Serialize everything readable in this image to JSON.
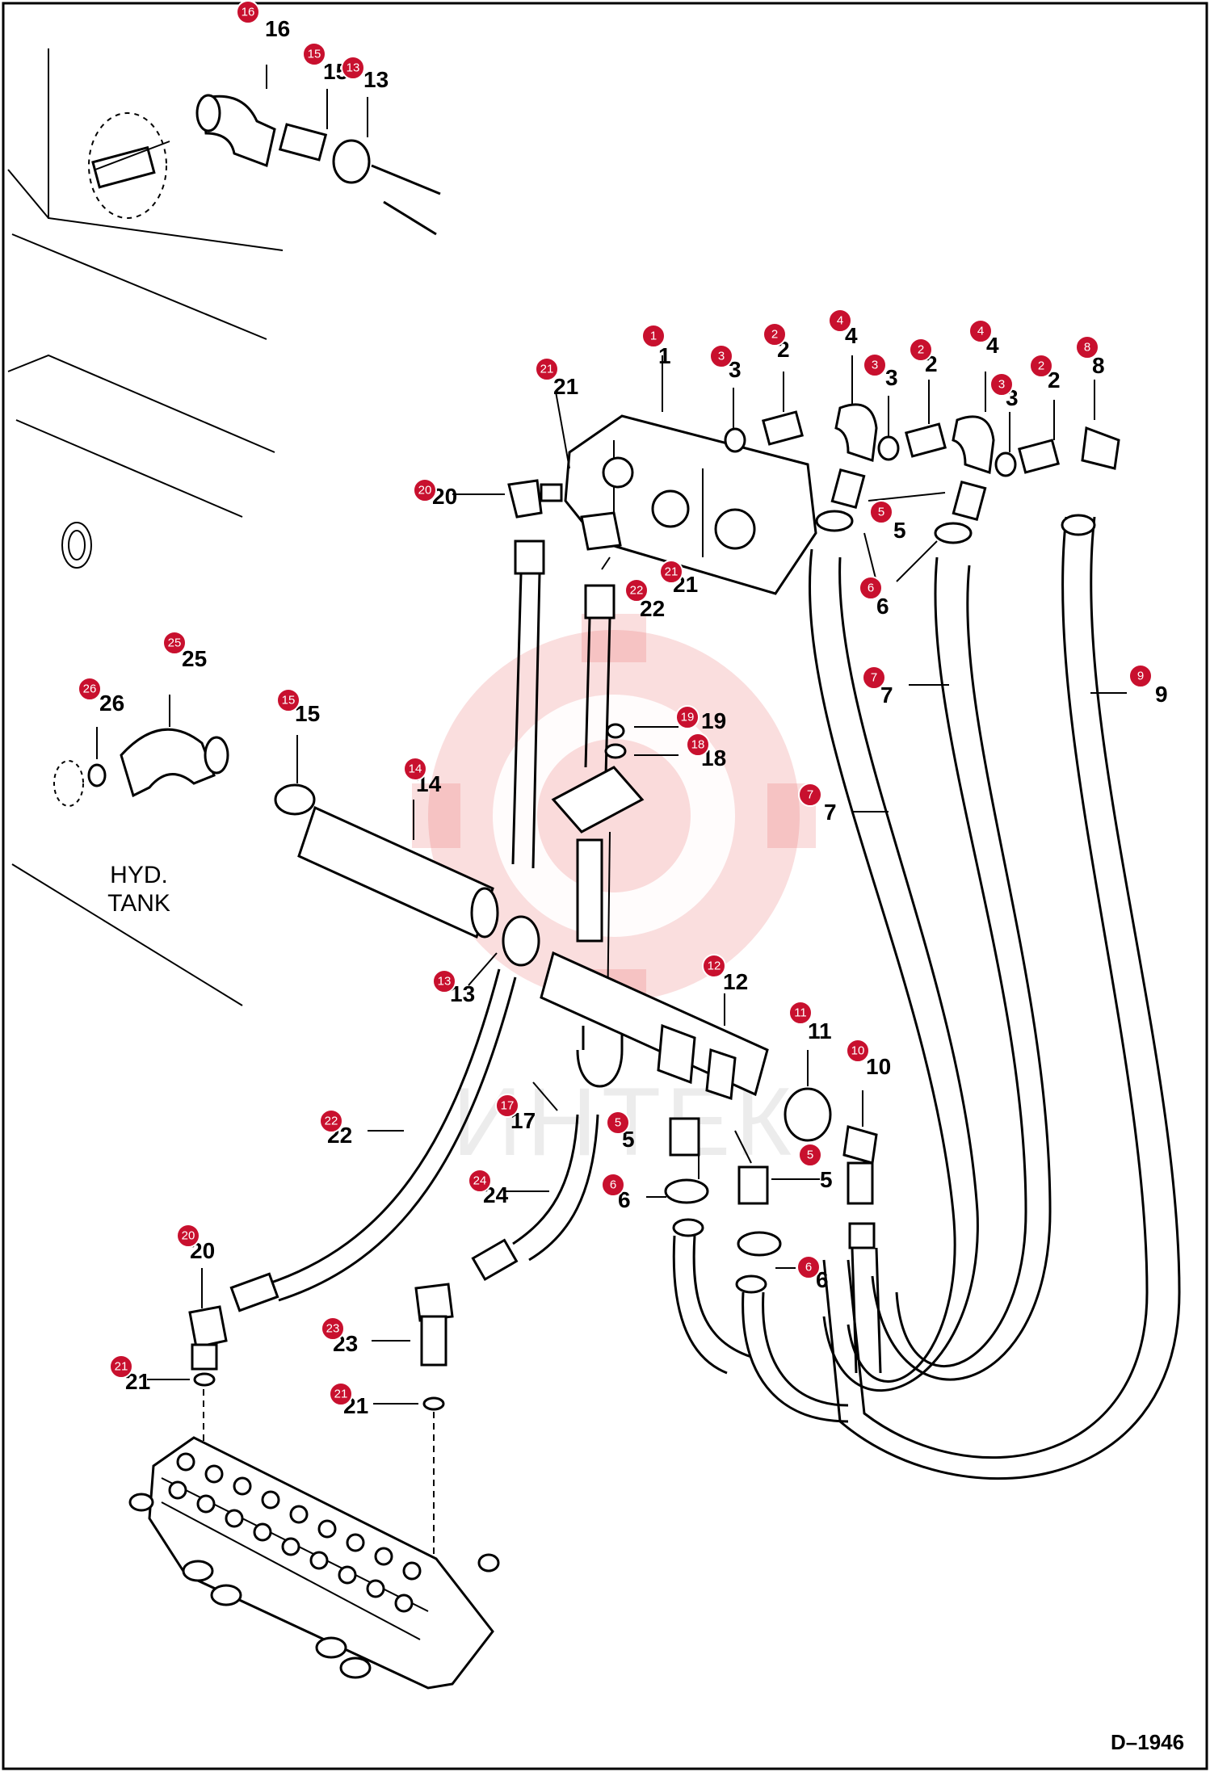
{
  "diagram": {
    "drawing_code": "D–1946",
    "tank_label_line1": "HYD.",
    "tank_label_line2": "TANK",
    "watermark_text": "ИНТЕК"
  },
  "callouts": [
    {
      "id": "c16a",
      "label": "16"
    },
    {
      "id": "c15a",
      "label": "15"
    },
    {
      "id": "c13a",
      "label": "13"
    },
    {
      "id": "c1",
      "label": "1"
    },
    {
      "id": "c2a",
      "label": "2"
    },
    {
      "id": "c3a",
      "label": "3"
    },
    {
      "id": "c4a",
      "label": "4"
    },
    {
      "id": "c3b",
      "label": "3"
    },
    {
      "id": "c2b",
      "label": "2"
    },
    {
      "id": "c4b",
      "label": "4"
    },
    {
      "id": "c3c",
      "label": "3"
    },
    {
      "id": "c2c",
      "label": "2"
    },
    {
      "id": "c8",
      "label": "8"
    },
    {
      "id": "c21a",
      "label": "21"
    },
    {
      "id": "c20a",
      "label": "20"
    },
    {
      "id": "c5a",
      "label": "5"
    },
    {
      "id": "c6a",
      "label": "6"
    },
    {
      "id": "c21b",
      "label": "21"
    },
    {
      "id": "c22a",
      "label": "22"
    },
    {
      "id": "c25",
      "label": "25"
    },
    {
      "id": "c26",
      "label": "26"
    },
    {
      "id": "c15b",
      "label": "15"
    },
    {
      "id": "c7a",
      "label": "7"
    },
    {
      "id": "c9",
      "label": "9"
    },
    {
      "id": "c19",
      "label": "19"
    },
    {
      "id": "c18",
      "label": "18"
    },
    {
      "id": "c14",
      "label": "14"
    },
    {
      "id": "c7b",
      "label": "7"
    },
    {
      "id": "c13b",
      "label": "13"
    },
    {
      "id": "c12",
      "label": "12"
    },
    {
      "id": "c11",
      "label": "11"
    },
    {
      "id": "c10",
      "label": "10"
    },
    {
      "id": "c17",
      "label": "17"
    },
    {
      "id": "c22b",
      "label": "22"
    },
    {
      "id": "c5b",
      "label": "5"
    },
    {
      "id": "c5c",
      "label": "5"
    },
    {
      "id": "c6b",
      "label": "6"
    },
    {
      "id": "c24",
      "label": "24"
    },
    {
      "id": "c6c",
      "label": "6"
    },
    {
      "id": "c20b",
      "label": "20"
    },
    {
      "id": "c23",
      "label": "23"
    },
    {
      "id": "c21c",
      "label": "21"
    },
    {
      "id": "c21d",
      "label": "21"
    }
  ]
}
